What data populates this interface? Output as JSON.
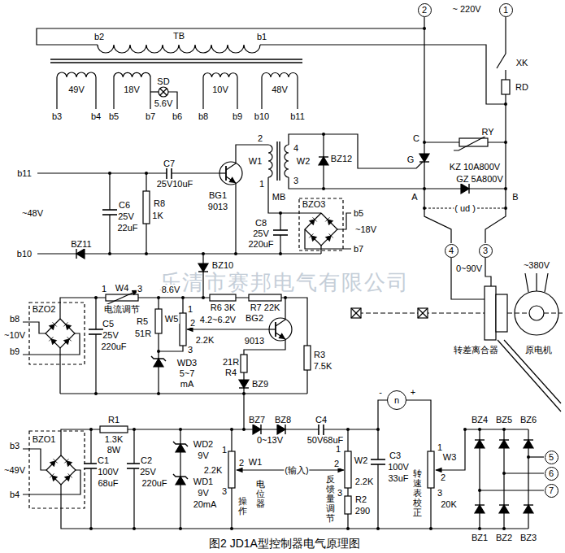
{
  "diagram": {
    "caption": "图2 JD1A型控制器电气原理图",
    "nodes": [
      {
        "text": [
          "2"
        ]
      },
      {
        "text": [
          "1"
        ]
      },
      {
        "text": [
          "4"
        ]
      },
      {
        "text": [
          "3"
        ]
      },
      {
        "text": [
          "n"
        ]
      },
      {
        "text": [
          "5"
        ]
      },
      {
        "text": [
          "6"
        ]
      },
      {
        "text": [
          "7"
        ]
      }
    ],
    "labels": [
      "~ 220V",
      "b2",
      "TB",
      "b1",
      "XK",
      "RD",
      "49V",
      "18V",
      "SD",
      "5.6V",
      "10V",
      "48V",
      "b3",
      "b4",
      "b5",
      "b7",
      "b6",
      "b8",
      "b9",
      "b10",
      "b11",
      "C",
      "RY",
      "2",
      "W1",
      "4",
      "W2",
      "BZ12",
      "G",
      "KZ 10A800V",
      "1",
      "3",
      "MB",
      "A",
      "GZ 5A800V",
      "B",
      "( ud )",
      "b11",
      "C7",
      "25V10uF",
      "BG1",
      "9013",
      "~48V",
      "C6",
      "25V",
      "22uF",
      "R8",
      "1K",
      "C8",
      "25V",
      "220uF",
      "BZO3",
      "b5",
      "~18V",
      "b7",
      "b10",
      "BZ11",
      "乐清市赛邦电气有限公司",
      "~380V",
      "0~90V",
      "转差离合器",
      "原电机",
      "BZ10",
      "R6 3K",
      "R7 22K",
      "8.6V",
      "W4",
      "1",
      "3",
      "电流调节",
      "b8",
      "~10V",
      "b9",
      "BZO2",
      "C5",
      "25V",
      "220uF",
      "R5",
      "51R",
      "W5",
      "1",
      "2",
      "3",
      "2.2K",
      "WD3",
      "5~7",
      "mA",
      "4.2~6.2V",
      "BG2",
      "9013",
      "21R",
      "R4",
      "BZ9",
      "R3",
      "7.5K",
      "b3",
      "~49V",
      "b4",
      "BZO1",
      "R1",
      "1.3K",
      "8W",
      "C1",
      "100V",
      "68uF",
      "C2",
      "25V",
      "220uF",
      "WD2",
      "9V",
      "WD1",
      "9V",
      "20mA",
      "2.2K",
      "W1",
      "1",
      "2",
      "3",
      "操作",
      "电位器",
      "(输入)",
      "BZ7",
      "BZ8",
      "0~13V",
      "C4",
      "50V68uF",
      "-",
      "+",
      "1",
      "2",
      "3",
      "W2",
      "2.2K",
      "R2",
      "290",
      "反馈量调节",
      "C3",
      "100V",
      "33uF",
      "转速表校正",
      "W3",
      "1",
      "2",
      "3",
      "20K",
      "BZ4",
      "BZ5",
      "BZ6",
      "BZ1",
      "BZ2",
      "BZ3"
    ]
  }
}
